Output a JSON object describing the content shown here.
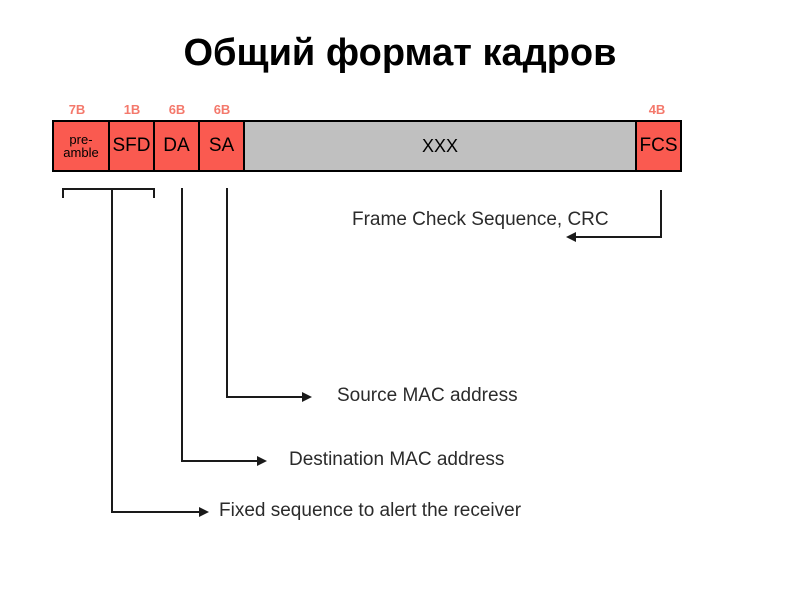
{
  "slide": {
    "title": "Общий формат кадров",
    "frame": {
      "cells": [
        {
          "label": "pre-\namble",
          "size": "7B",
          "color": "#fa5a50"
        },
        {
          "label": "SFD",
          "size": "1B",
          "color": "#fa5a50"
        },
        {
          "label": "DA",
          "size": "6B",
          "color": "#fa5a50"
        },
        {
          "label": "SA",
          "size": "6B",
          "color": "#fa5a50"
        },
        {
          "label": "XXX",
          "size": "",
          "color": "#c0c0c0"
        },
        {
          "label": "FCS",
          "size": "4B",
          "color": "#fa5a50"
        }
      ],
      "labels": {
        "preamble": "pre-amble",
        "sfd": "SFD",
        "da": "DA",
        "sa": "SA",
        "payload": "XXX",
        "fcs": "FCS"
      },
      "sizes": {
        "preamble": "7B",
        "sfd": "1B",
        "da": "6B",
        "sa": "6B",
        "fcs": "4B"
      }
    },
    "annotations": {
      "fcs": "Frame Check Sequence, CRC",
      "sa": "Source MAC address",
      "da": "Destination MAC address",
      "preamble": "Fixed sequence to alert the receiver"
    },
    "colors": {
      "cell_red": "#fa5a50",
      "cell_gray": "#c0c0c0",
      "size_label": "#f4796c",
      "line": "#1a1a1a",
      "text": "#2b2b2b",
      "background": "#ffffff"
    }
  }
}
